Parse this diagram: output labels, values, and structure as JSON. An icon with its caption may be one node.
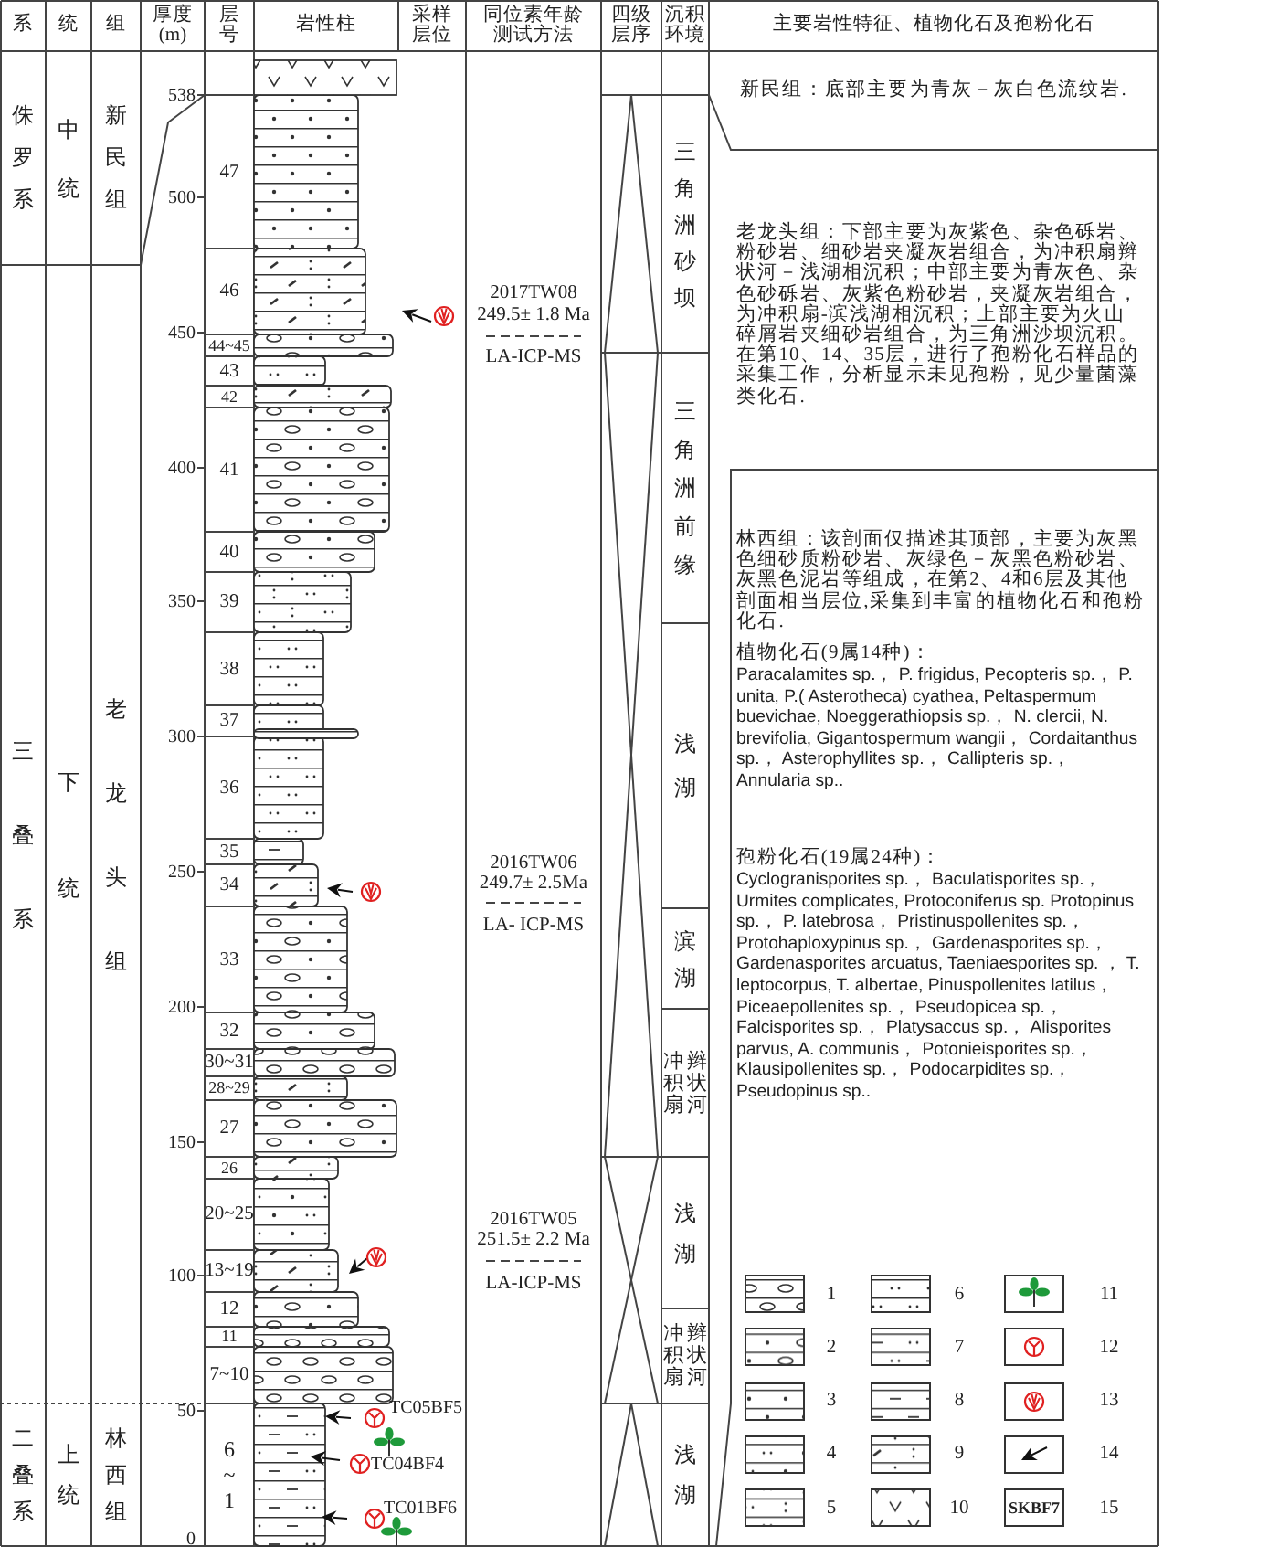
{
  "diagram": {
    "labels": [
      "系",
      "统",
      "组",
      "厚度(m)",
      "层号",
      "岩性柱",
      "采样层位",
      "同位素年龄测试方法",
      "四级层序",
      "沉积环境",
      "主要岩性特征、植物化石及孢粉化石",
      "侏罗系",
      "中统",
      "新民组",
      "三叠系",
      "下统",
      "老龙头组",
      "二叠系",
      "上统",
      "林西组",
      "538",
      "500",
      "450",
      "400",
      "350",
      "300",
      "250",
      "200",
      "150",
      "100",
      "50",
      "0",
      "47",
      "46",
      "44~45",
      "43",
      "42",
      "41",
      "40",
      "39",
      "38",
      "37",
      "36",
      "35",
      "34",
      "33",
      "32",
      "30~31",
      "28~29",
      "27",
      "26",
      "20~25",
      "13~19",
      "12",
      "11",
      "7~10",
      "6~1",
      "2017TW08",
      "249.5± 1.8 Ma",
      "LA-ICP-MS",
      "2016TW06",
      "249.7± 2.5Ma",
      "LA- ICP-MS",
      "2016TW05",
      "251.5± 2.2 Ma",
      "LA-ICP-MS",
      "TC05BF5",
      "TC04BF4",
      "TC01BF6",
      "三角洲砂坝",
      "三角洲前缘",
      "浅湖",
      "滨湖",
      "冲积扇辫状河",
      "浅湖",
      "冲积扇辫状河",
      "浅湖",
      "新民组：底部主要为青灰－灰白色流纹岩.",
      "老龙头组：下部主要为灰紫色、杂色砾岩、粉砂岩、细砂岩夹凝灰岩组合，为冲积扇辫状河－浅湖相沉积；中部主要为青灰色、杂色砂砾岩、灰紫色粉砂岩，夹凝灰岩组合，为冲积扇-滨浅湖相沉积；上部主要为火山碎屑岩夹细砂岩组合，为三角洲沙坝沉积。在第10、14、35层，进行了孢粉化石样品的采集工作，分析显示未见孢粉，见少量菌藻类化石.",
      "林西组：该剖面仅描述其顶部，主要为灰黑色细砂质粉砂岩、灰绿色－灰黑色粉砂岩、灰黑色泥岩等组成，在第2、4和6层及其他剖面相当层位,采集到丰富的植物化石和孢粉化石.",
      "植物化石(9属14种)：",
      "Paracalamites sp.， P. frigidus, Pecopteris sp.， P. unita, P.( Asterotheca) cyathea, Peltaspermum buevichae, Noeggerathiopsis sp.， N. clercii, N. brevifolia, Gigantospermum wangii， Cordaitanthus sp.， Asterophyllites sp.， Callipteris sp.， Annularia sp..",
      "孢粉化石(19属24种)：",
      "Cyclogranisporites sp.， Baculatisporites sp.， Urmites complicates, Protoconiferus sp. Protopinus sp.， P. latebrosa， Pristinuspollenites sp.， Protohaploxypinus sp.， Gardenasporites sp.， Gardenasporites arcuatus, Taeniaesporites sp. ， T. leptocorpus, T. albertae, Pinuspollenites latilus， Piceaepollenites sp.， Pseudopicea sp.， Falcisporites sp.， Platysaccus sp.， Alisporites parvus, A. communis， Potonieisporites sp.， Klausipollenites sp.， Podocarpidites sp.， Pseudopinus sp..",
      "SKBF7"
    ],
    "legend": [
      {
        "text": "1"
      },
      {
        "text": "2"
      },
      {
        "text": "3"
      },
      {
        "text": "4"
      },
      {
        "text": "5"
      },
      {
        "text": "6"
      },
      {
        "text": "7"
      },
      {
        "text": "8"
      },
      {
        "text": "9"
      },
      {
        "text": "10"
      },
      {
        "text": "11"
      },
      {
        "text": "12"
      },
      {
        "text": "13"
      },
      {
        "text": "14"
      },
      {
        "text": "15"
      }
    ]
  }
}
